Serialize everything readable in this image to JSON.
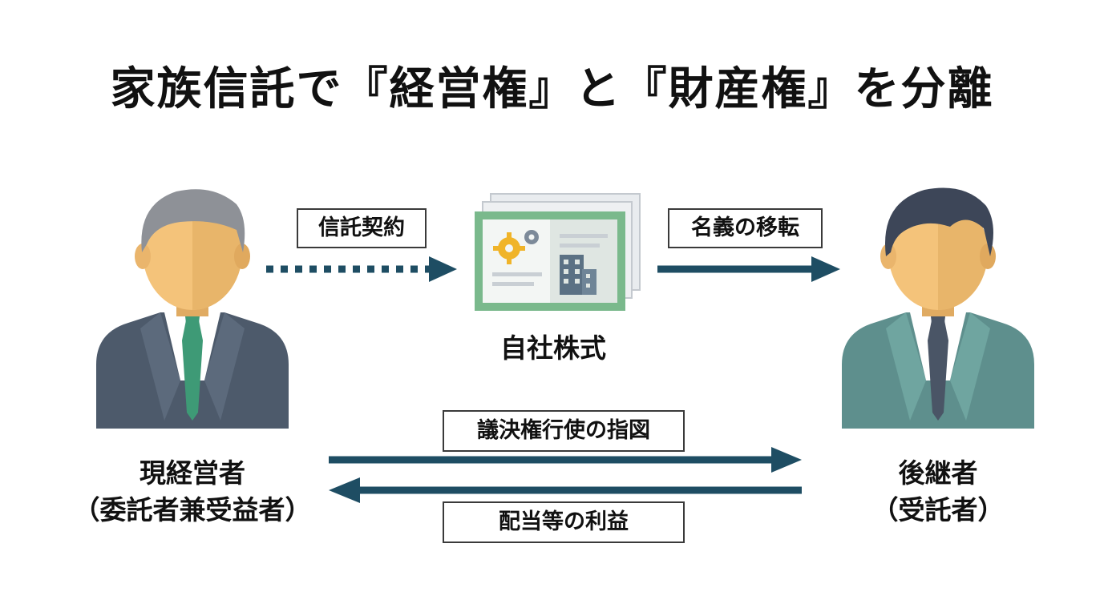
{
  "title": "家族信託で『経営権』と『財産権』を分離",
  "left_person": {
    "name": "現経営者",
    "role": "（委託者兼受益者）"
  },
  "right_person": {
    "name": "後継者",
    "role": "（受託者）"
  },
  "center": {
    "label": "自社株式"
  },
  "arrows": {
    "trust_contract": "信託契約",
    "title_transfer": "名義の移転",
    "voting_instruction": "議決権行使の指図",
    "dividends": "配当等の利益"
  },
  "colors": {
    "arrow": "#1e4d63",
    "suit_left": "#4d5a6b",
    "suit_right": "#5e8f8d",
    "skin": "#f4c37a",
    "certificate_border": "#7ab98c"
  }
}
